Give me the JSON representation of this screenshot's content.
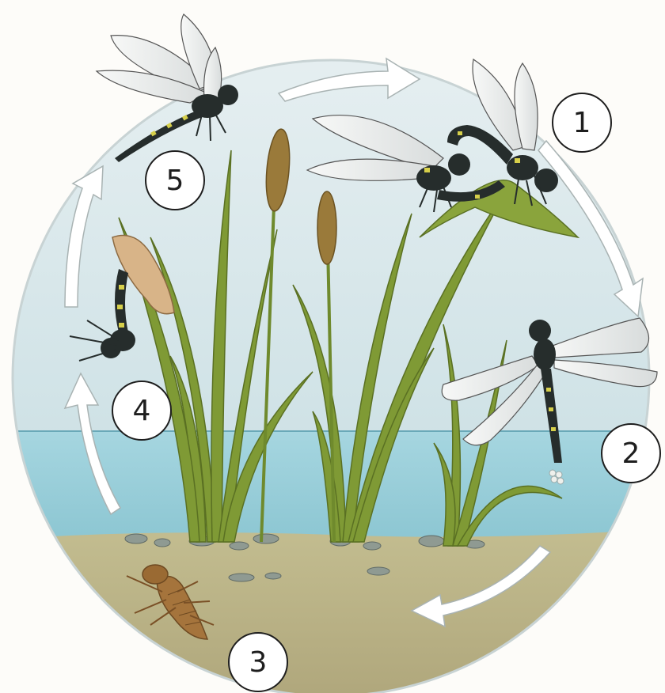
{
  "diagram": {
    "stages": [
      {
        "id": 1,
        "label": "1",
        "depicts": "mating-pair-on-leaf"
      },
      {
        "id": 2,
        "label": "2",
        "depicts": "female-laying-eggs"
      },
      {
        "id": 3,
        "label": "3",
        "depicts": "aquatic-nymph"
      },
      {
        "id": 4,
        "label": "4",
        "depicts": "emergence-from-exuvia"
      },
      {
        "id": 5,
        "label": "5",
        "depicts": "adult-in-flight"
      }
    ]
  },
  "colors": {
    "sky": "#dde9ec",
    "water": "#9cd0dc",
    "mud": "#b9b489",
    "reed": "#7f9a35",
    "cattail": "#9a7a3a",
    "dragonfly_body": "#262d2c",
    "dragonfly_marking": "#d6cf4a",
    "wing": "#f2f3f2",
    "nymph": "#a5743c",
    "badge_border": "#1e1e1e",
    "arrow": "#ffffff"
  }
}
